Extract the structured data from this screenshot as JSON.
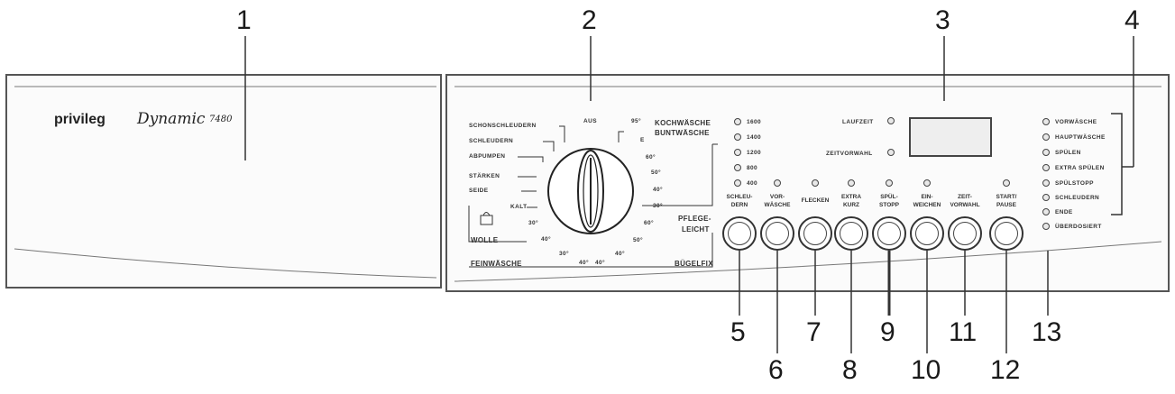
{
  "callouts": [
    "1",
    "2",
    "3",
    "4",
    "5",
    "6",
    "7",
    "8",
    "9",
    "10",
    "11",
    "12",
    "13"
  ],
  "brand": {
    "name": "privileg",
    "model": "Dynamic",
    "number": "7480"
  },
  "dial": {
    "top": "AUS",
    "left_labels": [
      "SCHONSCHLEUDERN",
      "SCHLEUDERN",
      "ABPUMPEN",
      "STÄRKEN",
      "SEIDE",
      "KALT"
    ],
    "right_header": [
      "KOCHWÄSCHE",
      "BUNTWÄSCHE"
    ],
    "temps_right": [
      "95°",
      "E",
      "60°",
      "50°",
      "40°",
      "30°"
    ],
    "temps_bottom_right": [
      "60°",
      "50°",
      "40°"
    ],
    "temps_bottom_left": [
      "30°",
      "40°",
      "30°",
      "40°",
      "40°"
    ],
    "wolle": "WOLLE",
    "pflege": [
      "PFLEGE-",
      "LEICHT"
    ],
    "feinwaesche": "FEINWÄSCHE",
    "buegelfix": "BÜGELFIX"
  },
  "speeds": [
    "1600",
    "1400",
    "1200",
    "800",
    "400"
  ],
  "indicators_mid": [
    "LAUFZEIT",
    "ZEITVORWAHL"
  ],
  "status_leds": [
    "VORWÄSCHE",
    "HAUPTWÄSCHE",
    "SPÜLEN",
    "EXTRA SPÜLEN",
    "SPÜLSTOPP",
    "SCHLEUDERN",
    "ENDE",
    "ÜBERDOSIERT"
  ],
  "buttons": [
    [
      "SCHLEU-",
      "DERN"
    ],
    [
      "VOR-",
      "WÄSCHE"
    ],
    [
      "FLECKEN",
      ""
    ],
    [
      "EXTRA",
      "KURZ"
    ],
    [
      "SPÜL-",
      "STOPP"
    ],
    [
      "EIN-",
      "WEICHEN"
    ],
    [
      "ZEIT-",
      "VORWAHL"
    ],
    [
      "START/",
      "PAUSE"
    ]
  ]
}
